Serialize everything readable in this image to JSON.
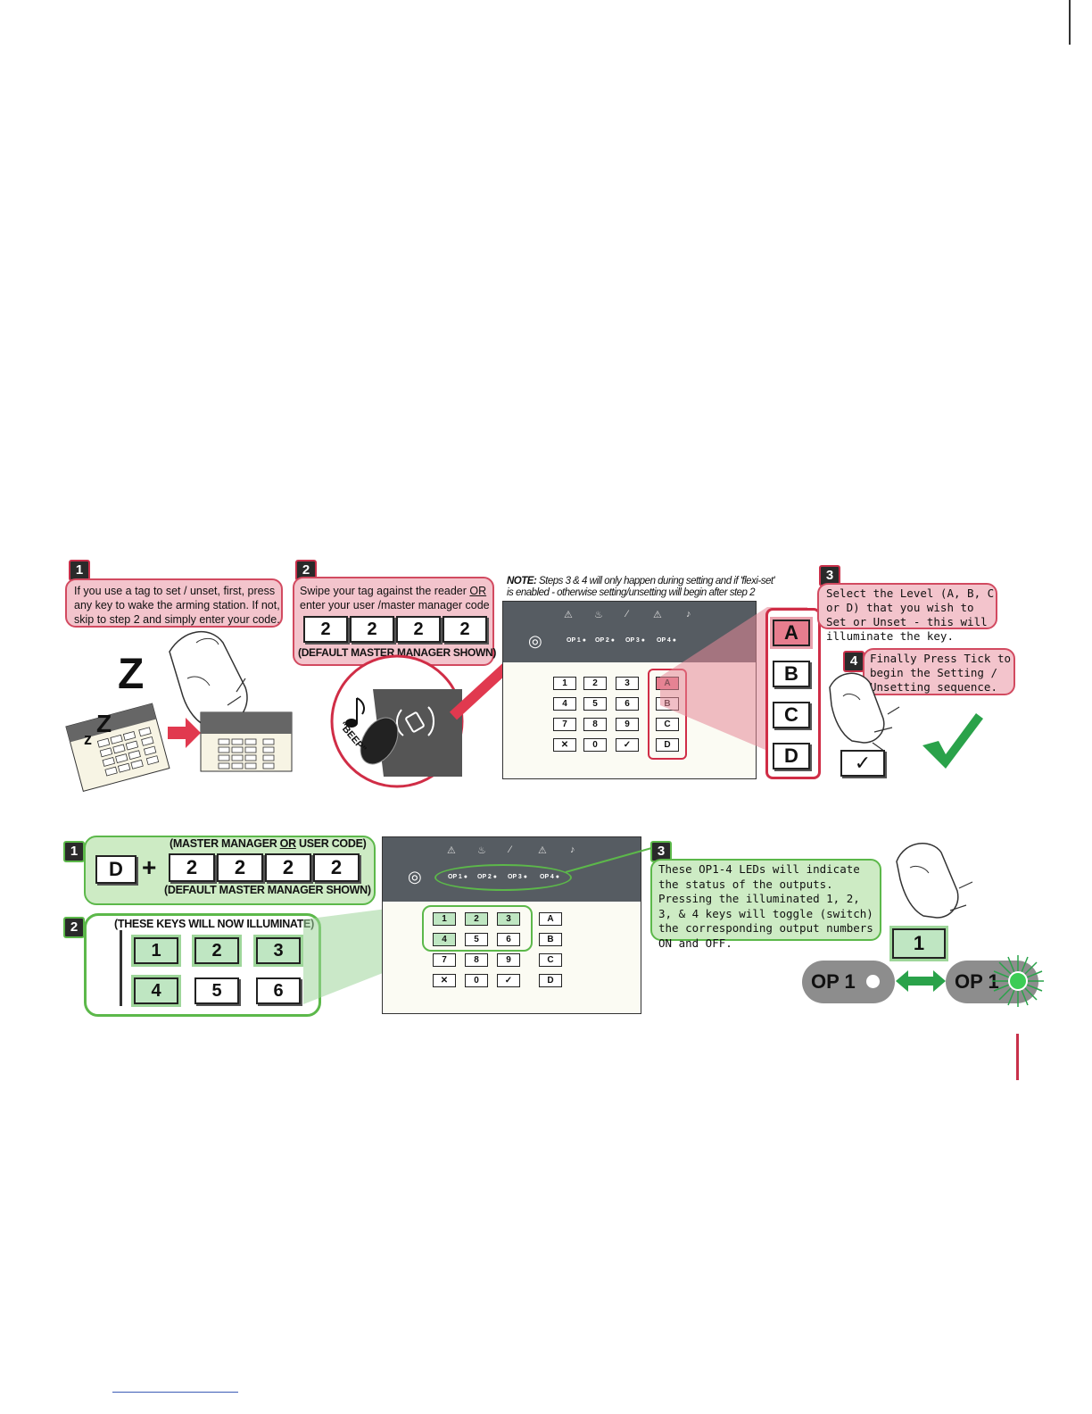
{
  "top_section": {
    "step1": {
      "number": "1",
      "text": "If you use a tag to set / unset, first, press any key to wake the arming station. If not, skip to step 2 and simply enter your code."
    },
    "step2": {
      "number": "2",
      "text_line1": "Swipe your tag against the reader ",
      "text_or": "OR",
      "text_line2": "enter your user /master manager code",
      "code_digits": [
        "2",
        "2",
        "2",
        "2"
      ],
      "caption": "(DEFAULT MASTER MANAGER SHOWN)",
      "beep": "\"BEEP\""
    },
    "note": {
      "label": "NOTE:",
      "text_line1": "Steps 3 & 4 will only happen during setting and if 'flexi-set'",
      "text_line2": "is enabled - otherwise setting/unsetting will begin after step 2"
    },
    "step3": {
      "number": "3",
      "text": "Select the Level (A, B, C or D) that you wish to Set or Unset - this will illuminate the key.",
      "levels": [
        "A",
        "B",
        "C",
        "D"
      ]
    },
    "step4": {
      "number": "4",
      "text": "Finally Press Tick to begin the Setting / Unsetting sequence.",
      "tick_key": "✓"
    },
    "sleep_z": [
      "z",
      "Z",
      "Z"
    ]
  },
  "keypad": {
    "op_labels": [
      "OP 1",
      "OP 2",
      "OP 3",
      "OP 4"
    ],
    "icons": [
      "warning-icon",
      "bell-icon",
      "tamper-icon",
      "fire-icon",
      "panic-icon"
    ],
    "rows": [
      [
        "1",
        "2",
        "3",
        "A"
      ],
      [
        "4",
        "5",
        "6",
        "B"
      ],
      [
        "7",
        "8",
        "9",
        "C"
      ],
      [
        "✕",
        "0",
        "✓",
        "D"
      ]
    ]
  },
  "bottom_section": {
    "step1": {
      "number": "1",
      "caption_top_before": "(MASTER MANAGER ",
      "caption_top_or": "OR",
      "caption_top_after": " USER CODE)",
      "key_d": "D",
      "plus": "+",
      "code_digits": [
        "2",
        "2",
        "2",
        "2"
      ],
      "caption_bottom": "(DEFAULT MASTER MANAGER SHOWN)"
    },
    "step2": {
      "number": "2",
      "caption": "(THESE KEYS WILL NOW ILLUMINATE)",
      "keys": [
        "1",
        "2",
        "3",
        "4",
        "5",
        "6"
      ]
    },
    "step3": {
      "number": "3",
      "text": "These OP1-4 LEDs will indicate the status of the outputs. Pressing the illuminated 1, 2, 3, & 4 keys will toggle (switch) the corresponding output numbers ON and OFF."
    },
    "toggle": {
      "key": "1",
      "off_label": "OP 1",
      "on_label": "OP 1"
    }
  },
  "colors": {
    "red_accent": "#c8304a",
    "green_accent": "#5cb84a",
    "panel_grey": "#565c62"
  }
}
